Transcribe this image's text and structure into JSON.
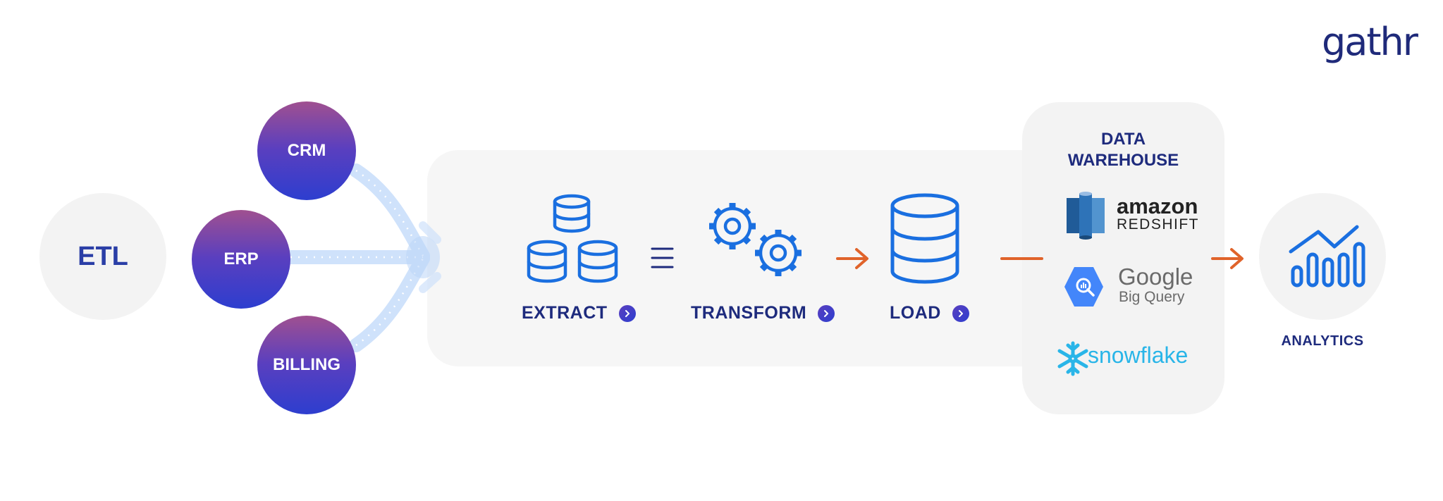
{
  "brand": {
    "logo_text": "gathr"
  },
  "etl": {
    "label": "ETL"
  },
  "sources": [
    {
      "label": "CRM"
    },
    {
      "label": "ERP"
    },
    {
      "label": "BILLING"
    }
  ],
  "pipeline": {
    "steps": [
      {
        "label": "EXTRACT",
        "icon": "database-stack-icon"
      },
      {
        "label": "TRANSFORM",
        "icon": "gears-icon"
      },
      {
        "label": "LOAD",
        "icon": "database-icon"
      }
    ],
    "step_arrow_icon": "chevron-right-icon"
  },
  "warehouse": {
    "title_line1": "DATA",
    "title_line2": "WAREHOUSE",
    "providers": {
      "amazon": {
        "line1": "amazon",
        "line2": "REDSHIFT"
      },
      "google": {
        "line1": "Google",
        "line2": "Big Query"
      },
      "snowflake": {
        "name": "snowflake"
      }
    }
  },
  "analytics": {
    "label": "ANALYTICS",
    "icon": "analytics-chart-icon"
  },
  "colors": {
    "navy": "#1e2b7d",
    "blue": "#1a6fe0",
    "orange": "#e0632a",
    "panel": "#f6f6f6",
    "snowflake": "#29b5e8"
  }
}
